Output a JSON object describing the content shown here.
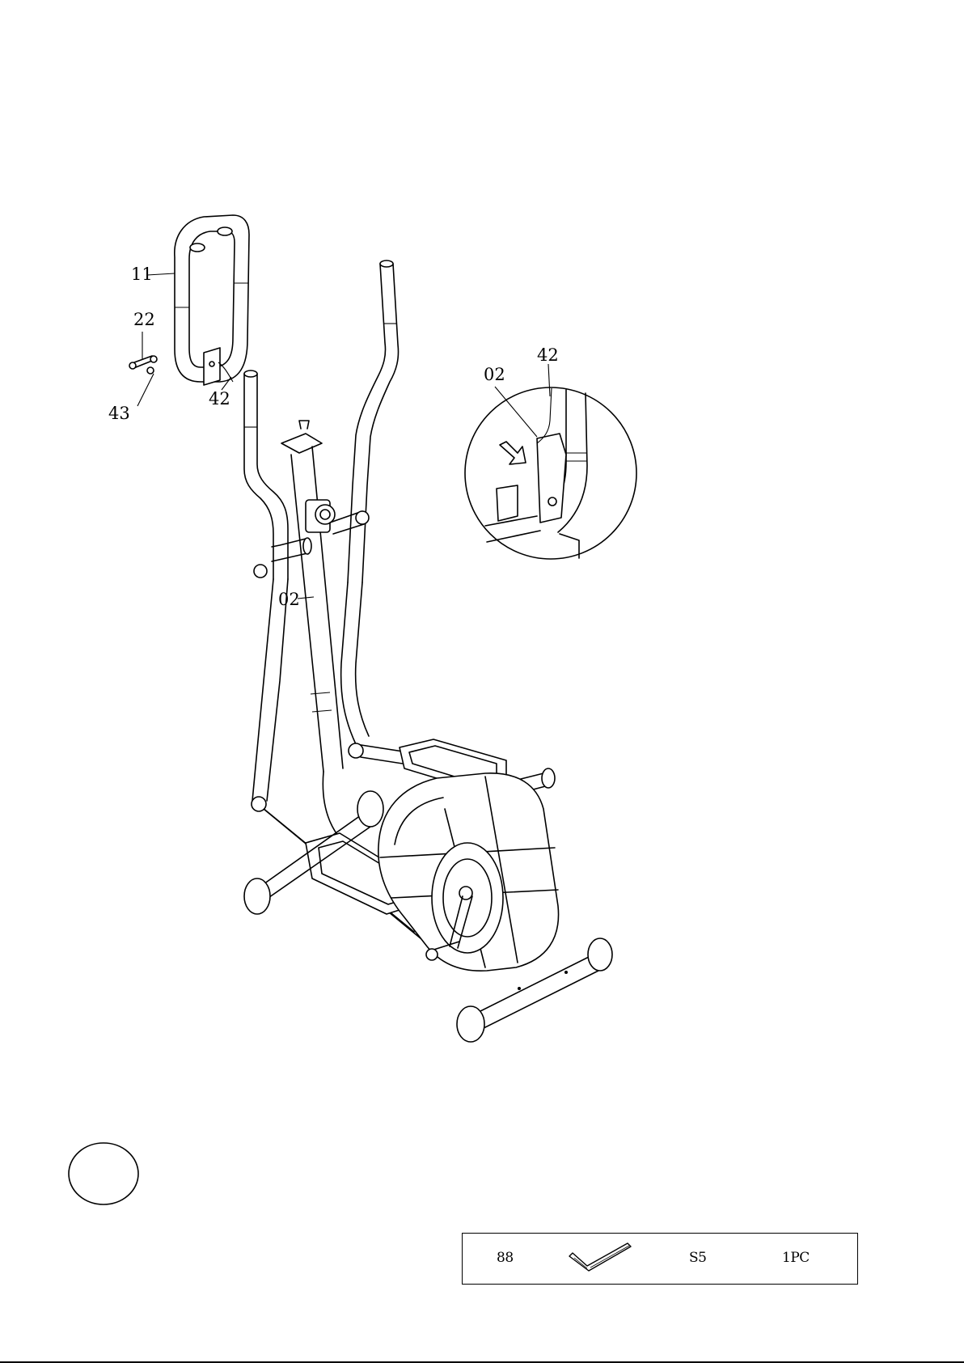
{
  "callouts": {
    "handlebar": "11",
    "bolt": "22",
    "nut": "43",
    "cable_main": "42",
    "column_main": "02",
    "cable_detail": "42",
    "column_detail": "02"
  },
  "step_marker": "",
  "tool_table": {
    "part_no": "88",
    "tool_icon": "allen-key-icon",
    "size": "S5",
    "quantity": "1PC"
  }
}
